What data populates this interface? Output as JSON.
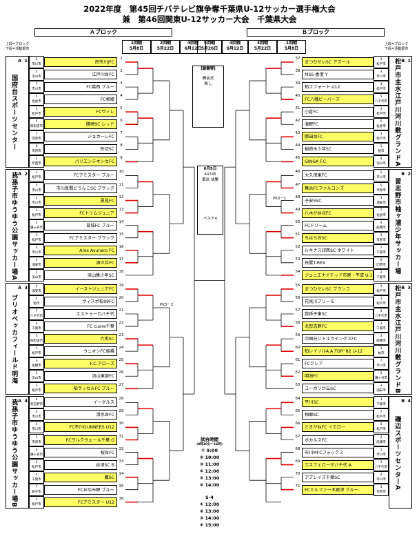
{
  "title_line1": "2022年度　第45回チバテレビ旗争奪千葉県U-12サッカー選手権大会",
  "title_line2": "兼　第46回関東U-12サッカー大会　千葉県大会",
  "blocks": {
    "a": "Ａブロック",
    "b": "Ｂブロック"
  },
  "legend": {
    "top": "上段=ブロック",
    "bottom": "下段=活動郡市"
  },
  "rounds": [
    {
      "label": "1回戦",
      "date": "5月8日"
    },
    {
      "label": "2回戦",
      "date": "5月22日"
    },
    {
      "label": "4回戦",
      "date": "6月12日"
    },
    {
      "label": "5回戦",
      "date": "5月26日"
    },
    {
      "label": "4回戦",
      "date": "6月12日"
    },
    {
      "label": "3回戦",
      "date": "5月22日"
    },
    {
      "label": "1回戦",
      "date": "5月8日"
    }
  ],
  "venues_left": [
    {
      "id": "A\n1",
      "name": "国府台スポーツセンター"
    },
    {
      "id": "A\n2",
      "name": "我孫子市ゆうゆう公園サッカー場A"
    },
    {
      "id": "A\n3",
      "name": "ブリオベッカフィールド明海"
    },
    {
      "id": "A\n4",
      "name": "我孫子市ゆうゆう公園サッカー場B"
    }
  ],
  "venues_right": [
    {
      "id": "B\n1",
      "name": "松戸市主水江戸川河川敷グランドA"
    },
    {
      "id": "B\n2",
      "name": "習志野市袖ヶ浦少年サッカー場"
    },
    {
      "id": "B\n3",
      "name": "松戸市主水江戸川河川敷グランドB"
    },
    {
      "id": "B\n4",
      "name": "磯辺スポーツセンターA"
    }
  ],
  "teams_left": [
    {
      "n": "1",
      "block": "3",
      "region": "市川市",
      "name": "南市川JFC",
      "hl": true
    },
    {
      "n": "2",
      "block": "2",
      "region": "流山市",
      "name": "江戸川台FC",
      "hl": false
    },
    {
      "n": "3",
      "block": "7",
      "region": "市川市",
      "name": "FC葛西 ブルー",
      "hl": false
    },
    {
      "n": "4",
      "block": "5",
      "region": "佐倉市",
      "name": "FC根郷",
      "hl": false
    },
    {
      "n": "5",
      "block": "3",
      "region": "松戸市",
      "name": "FCヴィレ",
      "hl": true
    },
    {
      "n": "6",
      "block": "5",
      "region": "四街道市",
      "name": "勝崎SC レッド",
      "hl": true
    },
    {
      "n": "7",
      "block": "7",
      "region": "茂原市",
      "name": "ジョカーレFC",
      "hl": false
    },
    {
      "n": "8",
      "block": "6",
      "region": "市原市",
      "name": "矢切SC",
      "hl": false
    },
    {
      "n": "9",
      "block": "3",
      "region": "印西市",
      "name": "パリエンテオンセFC",
      "hl": true
    },
    {
      "n": "10",
      "block": "3",
      "region": "松戸市",
      "name": "FCアミスター ブルー",
      "hl": false
    },
    {
      "n": "11",
      "block": "5",
      "region": "市川市",
      "name": "市川真間どうんこSC ブラック",
      "hl": false
    },
    {
      "n": "12",
      "block": "2",
      "region": "市川市",
      "name": "夏見FC",
      "hl": true
    },
    {
      "n": "13",
      "block": "3",
      "region": "松戸市",
      "name": "FCトリムジュニア",
      "hl": true
    },
    {
      "n": "14",
      "block": "5",
      "region": "鎌ヶ谷市",
      "name": "葛城FC ブルー",
      "hl": false
    },
    {
      "n": "15",
      "block": "3",
      "region": "松戸市",
      "name": "FCアミスター ブラック",
      "hl": false
    },
    {
      "n": "16",
      "block": "3",
      "region": "市川市",
      "name": "Ares Asunaro FC",
      "hl": true
    },
    {
      "n": "17",
      "block": "3",
      "region": "浦安市",
      "name": "酒々井FC",
      "hl": true
    },
    {
      "n": "18",
      "block": "2",
      "region": "流山市",
      "name": "流山集少年SC",
      "hl": false
    },
    {
      "n": "19",
      "block": "3",
      "region": "浦安市",
      "name": "イーストジュニアFC",
      "hl": true
    },
    {
      "n": "20",
      "block": "2",
      "region": "柏市",
      "name": "ヴィスポ柏99FC",
      "hl": false
    },
    {
      "n": "21",
      "block": "7",
      "region": "八千代市",
      "name": "エストゥーロ八千代",
      "hl": false
    },
    {
      "n": "22",
      "block": "4",
      "region": "千葉市",
      "name": "FC cuore千葉",
      "hl": false
    },
    {
      "n": "23",
      "block": "5",
      "region": "四街道市",
      "name": "六実SC",
      "hl": true
    },
    {
      "n": "24",
      "block": "3",
      "region": "松戸市",
      "name": "ウニオンFC船橋",
      "hl": false
    },
    {
      "n": "25",
      "block": "3",
      "region": "船橋市",
      "name": "F.C.アローズ",
      "hl": true
    },
    {
      "n": "26",
      "block": "2",
      "region": "流山市",
      "name": "流山東部FC",
      "hl": false
    },
    {
      "n": "27",
      "block": "3",
      "region": "松戸市",
      "name": "柏ラッセルFC ブルー",
      "hl": true
    },
    {
      "n": "28",
      "block": "4",
      "region": "習志野市",
      "name": "イーグルス",
      "hl": false
    },
    {
      "n": "29",
      "block": "3",
      "region": "市川市",
      "name": "清水台FC",
      "hl": false
    },
    {
      "n": "30",
      "block": "3",
      "region": "市川市",
      "name": "FC市川GUNNERS U12",
      "hl": true
    },
    {
      "n": "31",
      "block": "1",
      "region": "市原市",
      "name": "FCラルクヴェール千葉 G",
      "hl": true
    },
    {
      "n": "32",
      "block": "3",
      "region": "鎌ヶ谷市",
      "name": "桜台FC",
      "hl": false
    },
    {
      "n": "33",
      "block": "3",
      "region": "松戸市",
      "name": "谷津SC B",
      "hl": false
    },
    {
      "n": "34",
      "block": "4",
      "region": "千葉市",
      "name": "鷹SC",
      "hl": true
    },
    {
      "n": "35",
      "block": "7",
      "region": "銚子市",
      "name": "FCおゆみ野 ブルー",
      "hl": false
    },
    {
      "n": "36",
      "block": "3",
      "region": "松戸市",
      "name": "FCアミスター U12",
      "hl": true
    }
  ],
  "teams_right": [
    {
      "n": "37",
      "block": "3",
      "region": "松戸市",
      "name": "まつひだいSC アズール",
      "hl": true
    },
    {
      "n": "38",
      "block": "3",
      "region": "市川市",
      "name": "MSS-香澄 Y",
      "hl": false
    },
    {
      "n": "39",
      "block": "3",
      "region": "松戸市",
      "name": "柏エフォート U12",
      "hl": false
    },
    {
      "n": "40",
      "block": "5",
      "region": "八千代市",
      "name": "FC八幡ビーバーズ",
      "hl": true
    },
    {
      "n": "41",
      "block": "3",
      "region": "松戸市",
      "name": "小倉FC",
      "hl": false
    },
    {
      "n": "42",
      "block": "5",
      "region": "佐倉市",
      "name": "滝野FC",
      "hl": false
    },
    {
      "n": "43",
      "block": "3",
      "region": "松戸市",
      "name": "勝田台FC",
      "hl": true
    },
    {
      "n": "44",
      "block": "5",
      "region": "柏市",
      "name": "稲荷木少年SC",
      "hl": false
    },
    {
      "n": "45",
      "block": "4",
      "region": "流山市",
      "name": "GINGA F.C",
      "hl": true
    },
    {
      "n": "46",
      "block": "5",
      "region": "市川市",
      "name": "大久保東FC",
      "hl": false
    },
    {
      "n": "47",
      "block": "5",
      "region": "市原市",
      "name": "舞浜FCファルコンズ",
      "hl": true
    },
    {
      "n": "48",
      "block": "3",
      "region": "浦安市",
      "name": "子安SSC",
      "hl": false
    },
    {
      "n": "49",
      "block": "7",
      "region": "佐倉市",
      "name": "八木が谷北FC",
      "hl": true
    },
    {
      "n": "50",
      "block": "4",
      "region": "船橋市",
      "name": "FCドリーム",
      "hl": false
    },
    {
      "n": "51",
      "block": "3",
      "region": "市原市",
      "name": "ちはら台SC",
      "hl": true
    },
    {
      "n": "52",
      "block": "7",
      "region": "千葉市",
      "name": "ルキナス印西SC ホワイト",
      "hl": false
    },
    {
      "n": "53",
      "block": "6",
      "region": "印西市",
      "name": "白鷺T-REX",
      "hl": false
    },
    {
      "n": "54",
      "block": "3",
      "region": "千葉市",
      "name": "ジュニエナイテッド市原・平成 U-12",
      "hl": true
    },
    {
      "n": "55",
      "block": "3",
      "region": "松戸市",
      "name": "まつひだいSC ブランコ",
      "hl": true
    },
    {
      "n": "56",
      "block": "3",
      "region": "松戸市",
      "name": "花見川ブリーモ",
      "hl": false
    },
    {
      "n": "57",
      "block": "3",
      "region": "八千代市",
      "name": "我孫子東SC",
      "hl": false
    },
    {
      "n": "58",
      "block": "3",
      "region": "千葉市",
      "name": "北習志野FC",
      "hl": true
    },
    {
      "n": "59",
      "block": "3",
      "region": "船橋市",
      "name": "中国分リトルウイングスFC",
      "hl": false
    },
    {
      "n": "60",
      "block": "3",
      "region": "柏市",
      "name": "柏レイソルA.A.TOR' 82 U-12",
      "hl": true
    },
    {
      "n": "61",
      "block": "7",
      "region": "市川市",
      "name": "FCクレア",
      "hl": false
    },
    {
      "n": "62",
      "block": "3",
      "region": "鎌ヶ谷市",
      "name": "明海FC",
      "hl": true
    },
    {
      "n": "63",
      "block": "3",
      "region": "浦安市",
      "name": "ユーカリが丘SC",
      "hl": false
    },
    {
      "n": "64",
      "block": "3",
      "region": "千葉市",
      "name": "平川SC",
      "hl": true
    },
    {
      "n": "65",
      "block": "7",
      "region": "松戸市",
      "name": "梅郷SC",
      "hl": false
    },
    {
      "n": "66",
      "block": "3",
      "region": "松戸市",
      "name": "ときがねFC イエロー",
      "hl": true
    },
    {
      "n": "67",
      "block": "4",
      "region": "船橋市",
      "name": "ボカルスFC",
      "hl": false
    },
    {
      "n": "68",
      "block": "1",
      "region": "市川市",
      "name": "市川MFCフォックス",
      "hl": false
    },
    {
      "n": "69",
      "block": "3",
      "region": "八千代市",
      "name": "エスフェローザ八千代 A",
      "hl": true
    },
    {
      "n": "70",
      "block": "4",
      "region": "市川市",
      "name": "アブレイズ千葉SC",
      "hl": false
    },
    {
      "n": "71",
      "block": "3",
      "region": "市原市",
      "name": "FCエルファー木更津 ブルー",
      "hl": true
    }
  ],
  "center": {
    "note_box": {
      "title": "【副審等】",
      "lines": [
        "開会式",
        "無し"
      ]
    },
    "final_box": {
      "title": "6月5日",
      "lines": [
        "44745",
        "準決 決勝",
        "",
        "ベスト4"
      ]
    },
    "schedule_title": "試合時間",
    "schedule_sub": "(8時10分～16時)",
    "times": [
      "① 9:00",
      "② 10:00",
      "③ 11:00",
      "④ 12:00",
      "⑤ 13:00",
      "⑥ 14:00"
    ],
    "semis_title": "S-4",
    "semis_times": [
      "① 12:00",
      "② 13:00",
      "③ 14:00",
      "④ 15:00"
    ],
    "pk_notes": [
      "PK3－2",
      "PK3－1"
    ]
  }
}
